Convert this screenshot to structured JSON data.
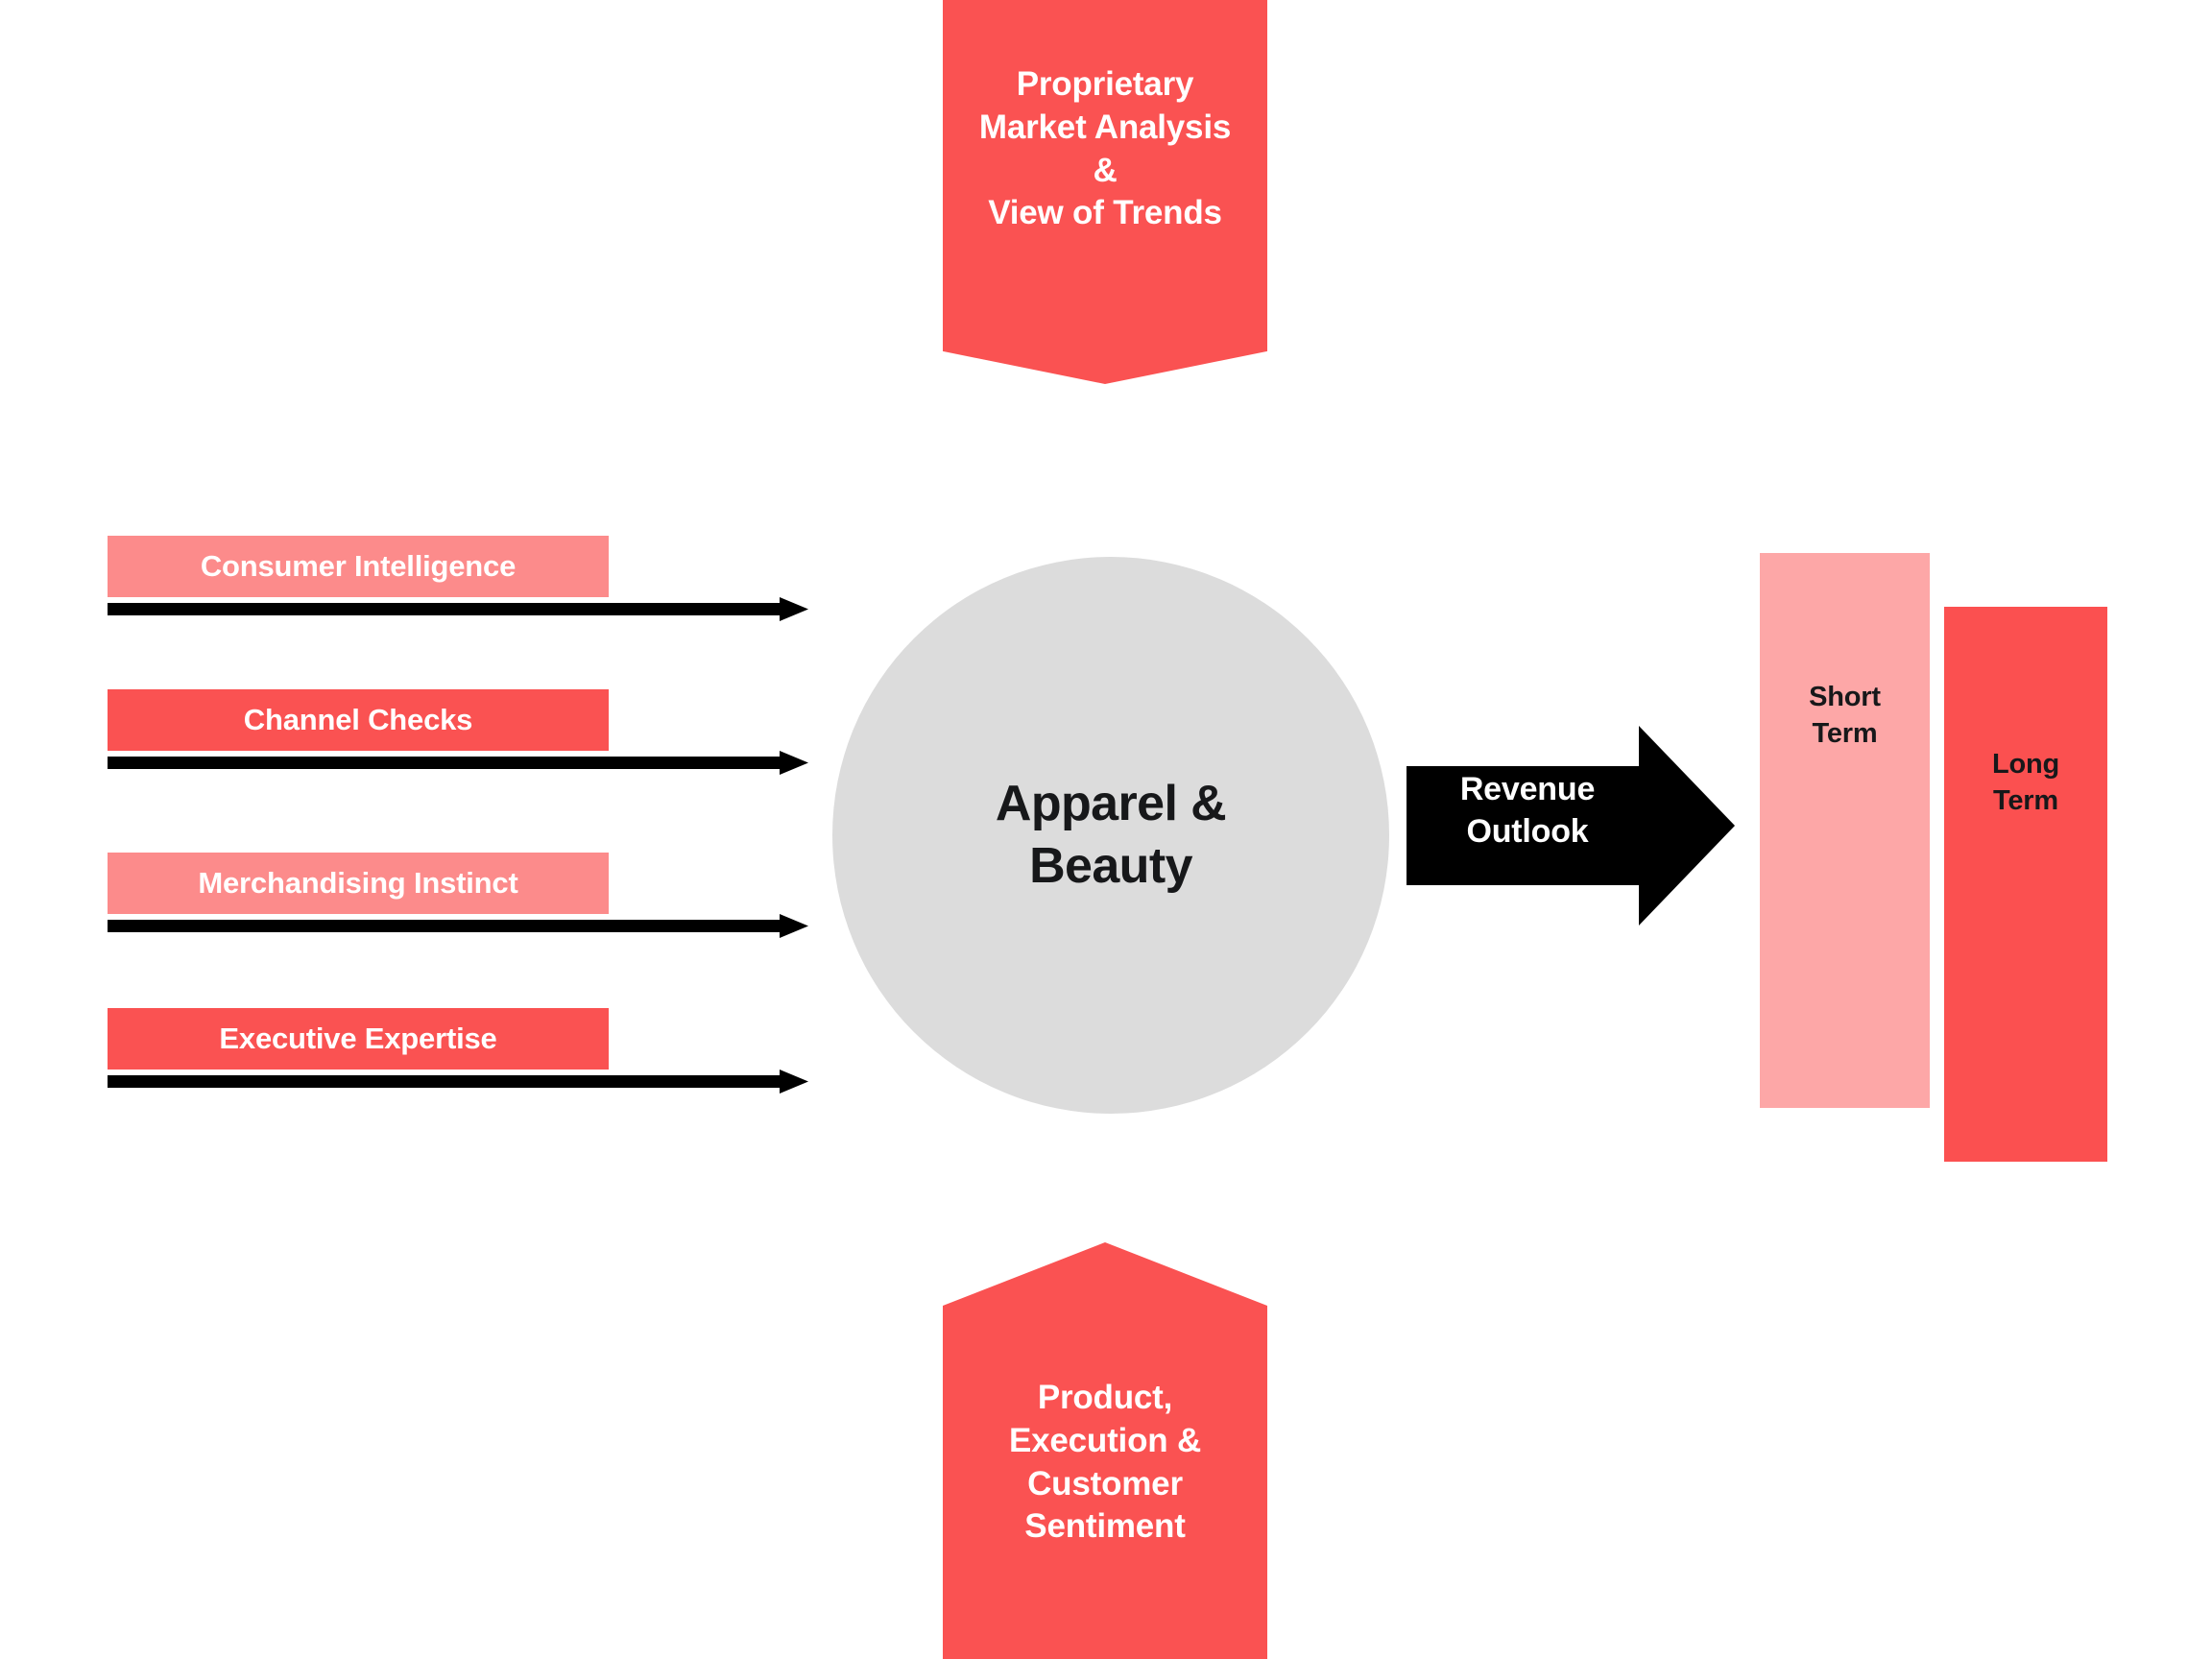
{
  "diagram": {
    "title": "Apparel & Beauty Revenue Outlook Framework",
    "background_color": "#ffffff",
    "palette": {
      "red": "#fa5252",
      "light_red": "#fc8b8b",
      "pale_red": "#fda7a7",
      "gray": "#dcdcdc",
      "black": "#000000",
      "white": "#ffffff",
      "text_dark": "#17181a"
    }
  },
  "top_banner": {
    "label": "Proprietary\nMarket Analysis\n&\nView of Trends",
    "color": "#fa5252",
    "text_color": "#ffffff",
    "shape": "pentagon-point-down"
  },
  "bottom_banner": {
    "label": "Product,\nExecution &\nCustomer\nSentiment",
    "color": "#fa5252",
    "text_color": "#ffffff",
    "shape": "pentagon-point-up"
  },
  "inputs": [
    {
      "label": "Consumer Intelligence",
      "color": "#fc8b8b",
      "tone": "light"
    },
    {
      "label": "Channel Checks",
      "color": "#fa5252",
      "tone": "dark"
    },
    {
      "label": "Merchandising Instinct",
      "color": "#fc8b8b",
      "tone": "light"
    },
    {
      "label": "Executive Expertise",
      "color": "#fa5252",
      "tone": "dark"
    }
  ],
  "center": {
    "label": "Apparel &\nBeauty",
    "color": "#dcdcdc",
    "text_color": "#17181a",
    "shape": "circle"
  },
  "arrow": {
    "label": "Revenue\nOutlook",
    "color": "#000000",
    "text_color": "#ffffff",
    "direction": "right"
  },
  "outcomes": [
    {
      "label": "Short\nTerm",
      "color": "#fda7a7",
      "tone": "light"
    },
    {
      "label": "Long\nTerm",
      "color": "#fb5050",
      "tone": "dark"
    }
  ]
}
